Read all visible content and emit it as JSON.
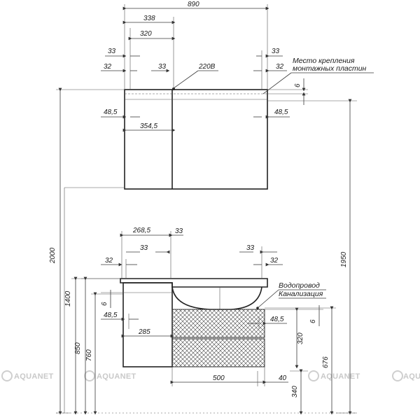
{
  "top_view": {
    "total_width": "890",
    "w338": "338",
    "w320": "320",
    "d33_left": "33",
    "d32_left": "32",
    "d33_mid": "33",
    "power_label": "220В",
    "d33_right": "33",
    "d32_right": "32",
    "plate_note_line1": "Место крепления",
    "plate_note_line2": "монтажных пластин",
    "d6": "6",
    "d48_5_left": "48,5",
    "d354_5": "354,5",
    "d48_5_right": "48,5"
  },
  "side_heights": {
    "h2000": "2000",
    "h1950": "1950"
  },
  "bottom_view": {
    "w268_5": "268,5",
    "d33_top": "33",
    "d33_second": "33",
    "d32_left": "32",
    "d33_right": "33",
    "d32_right": "32",
    "water_label": "Водопровод",
    "sewer_label": "Канализация",
    "h1400": "1400",
    "d6_left": "6",
    "d48_5_left": "48,5",
    "w285": "285",
    "d48_5_right": "48,5",
    "d6_right": "6",
    "h320": "320",
    "h850": "850",
    "h760": "760",
    "h676": "676",
    "w500": "500",
    "d40": "40",
    "h340": "340"
  },
  "watermark": {
    "brand": "AQUANET"
  }
}
